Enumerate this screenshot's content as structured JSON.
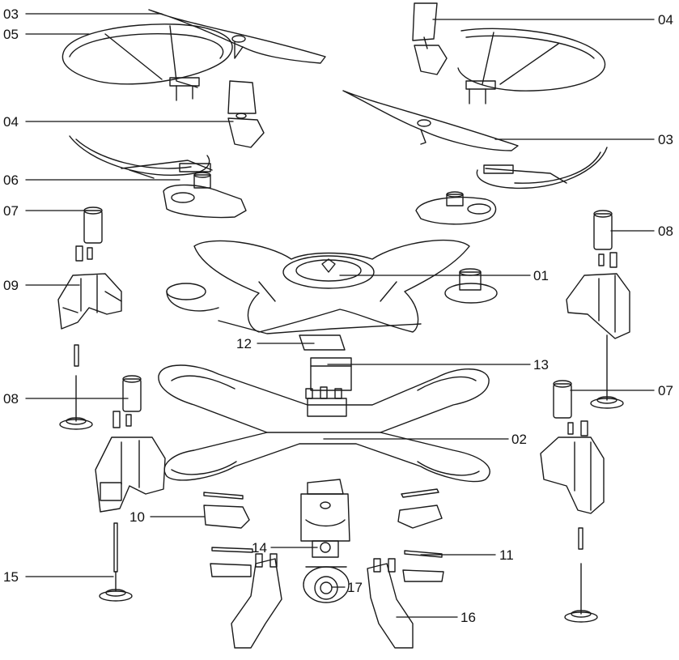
{
  "diagram": {
    "labels": [
      {
        "id": "l03a",
        "text": "03"
      },
      {
        "id": "l05",
        "text": "05"
      },
      {
        "id": "l04a",
        "text": "04"
      },
      {
        "id": "l04b",
        "text": "04"
      },
      {
        "id": "l03b",
        "text": "03"
      },
      {
        "id": "l06",
        "text": "06"
      },
      {
        "id": "l07a",
        "text": "07"
      },
      {
        "id": "l08a",
        "text": "08"
      },
      {
        "id": "l09",
        "text": "09"
      },
      {
        "id": "l01",
        "text": "01"
      },
      {
        "id": "l12",
        "text": "12"
      },
      {
        "id": "l13",
        "text": "13"
      },
      {
        "id": "l08b",
        "text": "08"
      },
      {
        "id": "l07b",
        "text": "07"
      },
      {
        "id": "l02",
        "text": "02"
      },
      {
        "id": "l10",
        "text": "10"
      },
      {
        "id": "l14",
        "text": "14"
      },
      {
        "id": "l11",
        "text": "11"
      },
      {
        "id": "l15",
        "text": "15"
      },
      {
        "id": "l17",
        "text": "17"
      },
      {
        "id": "l16",
        "text": "16"
      }
    ]
  }
}
